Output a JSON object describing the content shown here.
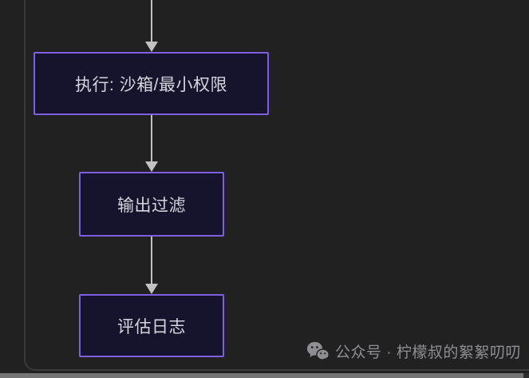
{
  "colors": {
    "canvas_bg": "#212121",
    "panel_border": "#3a3a3a",
    "node_fill": "#16142c",
    "node_border": "#7e5fe0",
    "node_text": "#d6d4dc",
    "arrow_color": "#c2c2c2",
    "strip_color": "#757575",
    "watermark_color": "#8f8f93"
  },
  "diagram": {
    "type": "flowchart",
    "direction": "top-down",
    "nodes": [
      {
        "id": "execute",
        "label": "执行: 沙箱/最小权限"
      },
      {
        "id": "output-filter",
        "label": "输出过滤"
      },
      {
        "id": "eval-log",
        "label": "评估日志"
      }
    ],
    "edges": [
      {
        "from": "(above, cut off)",
        "to": "execute"
      },
      {
        "from": "execute",
        "to": "output-filter"
      },
      {
        "from": "output-filter",
        "to": "eval-log"
      }
    ]
  },
  "watermark": {
    "icon": "wechat-icon",
    "text": "公众号 · 柠檬叔的絮絮叨叨"
  }
}
